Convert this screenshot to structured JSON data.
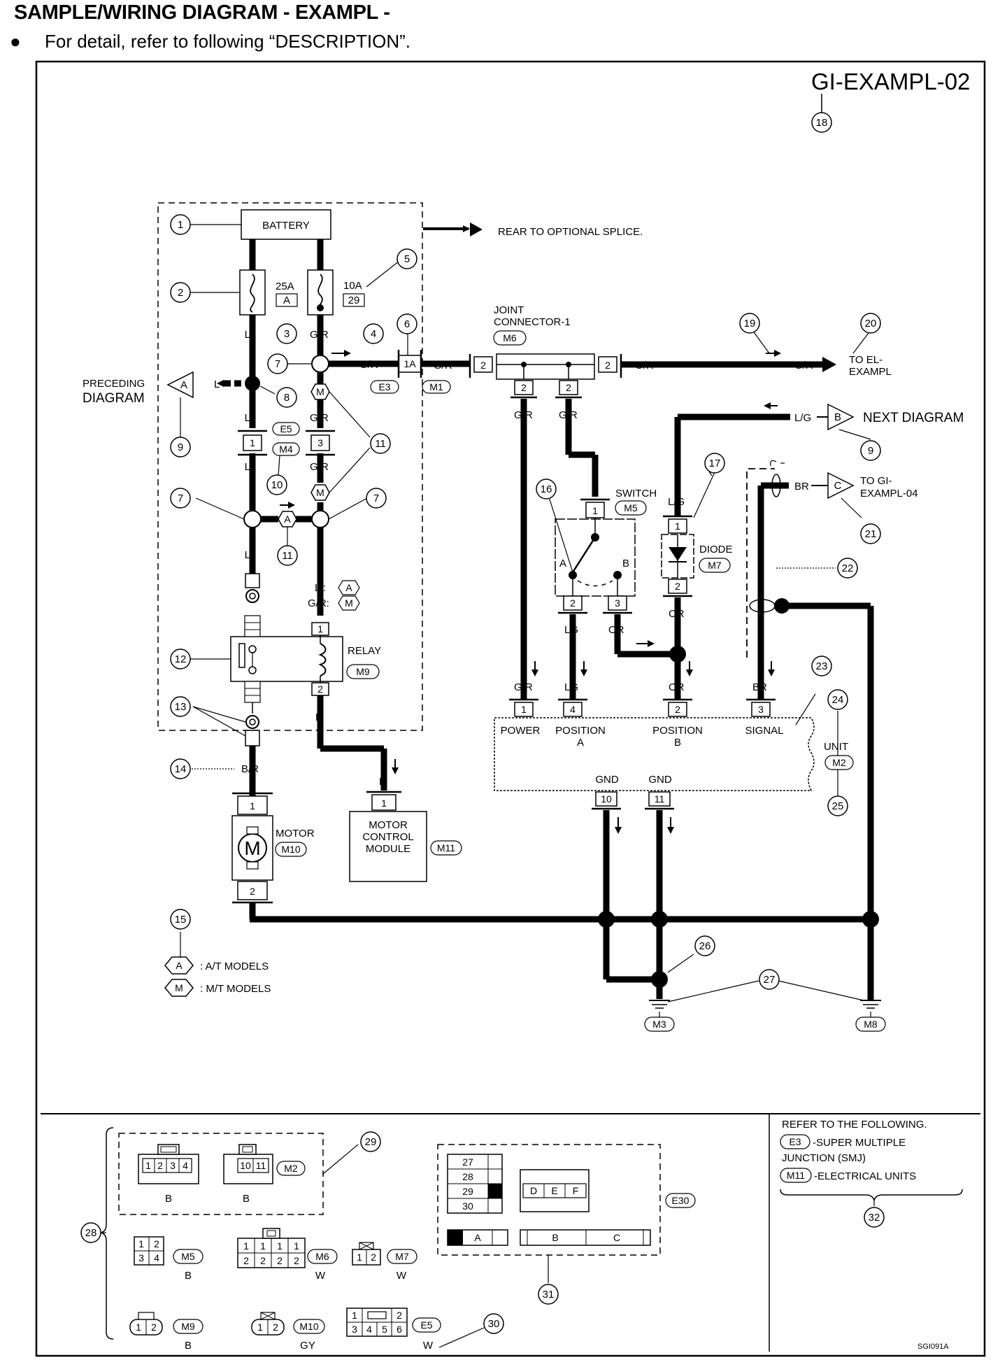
{
  "header": {
    "title": "SAMPLE/WIRING DIAGRAM - EXAMPL -",
    "bullet": "●",
    "note": "For detail, refer to following “DESCRIPTION”."
  },
  "diagram_id": "GI-EXAMPL-02",
  "callouts": {
    "c1": "1",
    "c2": "2",
    "c3": "3",
    "c4": "4",
    "c5": "5",
    "c6": "6",
    "c7": "7",
    "c8": "8",
    "c9": "9",
    "c10": "10",
    "c11": "11",
    "c12": "12",
    "c13": "13",
    "c14": "14",
    "c15": "15",
    "c16": "16",
    "c17": "17",
    "c18": "18",
    "c19": "19",
    "c20": "20",
    "c21": "21",
    "c22": "22",
    "c23": "23",
    "c24": "24",
    "c25": "25",
    "c26": "26",
    "c27": "27",
    "c28": "28",
    "c29": "29",
    "c30": "30",
    "c31": "31",
    "c32": "32"
  },
  "components": {
    "battery": "BATTERY",
    "rear_splice": "REAR TO OPTIONAL SPLICE.",
    "fuse_25a": "25A",
    "fuse_25a_box": "A",
    "fuse_10a": "10A",
    "fuse_10a_box": "29",
    "preceding_1": "PRECEDING",
    "preceding_2": "DIAGRAM",
    "preceding_conn": "A",
    "joint_1": "JOINT",
    "joint_2": "CONNECTOR-1",
    "joint_id": "M6",
    "to_el_1": "TO EL-",
    "to_el_2": "EXAMPL",
    "next_diagram": "NEXT DIAGRAM",
    "next_conn": "B",
    "to_gi_1": "TO GI-",
    "to_gi_2": "EXAMPL-04",
    "to_gi_conn": "C",
    "switch": "SWITCH",
    "switch_id": "M5",
    "switch_a": "A",
    "switch_b": "B",
    "diode": "DIODE",
    "diode_id": "M7",
    "relay": "RELAY",
    "relay_id": "M9",
    "motor": "MOTOR",
    "motor_id": "M10",
    "motor_letter": "M",
    "mcm_1": "MOTOR",
    "mcm_2": "CONTROL",
    "mcm_3": "MODULE",
    "mcm_id": "M11",
    "unit": "UNIT",
    "unit_id": "M2",
    "power": "POWER",
    "pos_a_1": "POSITION",
    "pos_a_2": "A",
    "pos_b_1": "POSITION",
    "pos_b_2": "B",
    "signal": "SIGNAL",
    "gnd": "GND",
    "ground_m3": "M3",
    "ground_m8": "M8",
    "legend_a": ": A/T MODELS",
    "legend_m": ": M/T MODELS",
    "legend_a_sym": "A",
    "legend_m_sym": "M",
    "conn_e3": "E3",
    "conn_m1": "M1",
    "conn_e5": "E5",
    "conn_m4": "M4",
    "conn_1a": "1A",
    "at_label": "L :",
    "mt_label": "G/R:"
  },
  "wires": {
    "L": "L",
    "GR": "G/R",
    "LG": "L/G",
    "BR": "BR",
    "LG2": "LG",
    "OR": "OR",
    "R": "R",
    "BR2": "B/R",
    "B": "B"
  },
  "pins": {
    "p1": "1",
    "p2": "2",
    "p3": "3",
    "p4": "4",
    "p10": "10",
    "p11": "11"
  },
  "bottom": {
    "refer": "REFER TO THE FOLLOWING.",
    "e3_desc": "-SUPER MULTIPLE",
    "e3_desc2": "JUNCTION (SMJ)",
    "m11_desc": "-ELECTRICAL UNITS",
    "e3": "E3",
    "m11": "M11",
    "m2": "M2",
    "e30": "E30",
    "m5": "M5",
    "m6": "M6",
    "m7": "M7",
    "m9": "M9",
    "m10": "M10",
    "e5": "E5",
    "color_b": "B",
    "color_w": "W",
    "color_gy": "GY",
    "pins_m2a": [
      "1",
      "2",
      "3",
      "4"
    ],
    "pins_m2b": [
      "10",
      "11"
    ],
    "pins_m5": [
      "1",
      "2",
      "3",
      "4"
    ],
    "pins_m6": [
      "1",
      "1",
      "1",
      "1",
      "2",
      "2",
      "2",
      "2"
    ],
    "pins_m7": [
      "1",
      "2"
    ],
    "pins_m9": [
      "1",
      "2"
    ],
    "pins_m10": [
      "1",
      "2"
    ],
    "pins_e5": [
      "1",
      "2",
      "3",
      "4",
      "5",
      "6"
    ],
    "pins_e30": [
      "27",
      "28",
      "29",
      "30"
    ],
    "e30_def": [
      "D",
      "E",
      "F"
    ],
    "e30_row": [
      "A",
      "B",
      "C"
    ],
    "code": "SGI091A"
  }
}
